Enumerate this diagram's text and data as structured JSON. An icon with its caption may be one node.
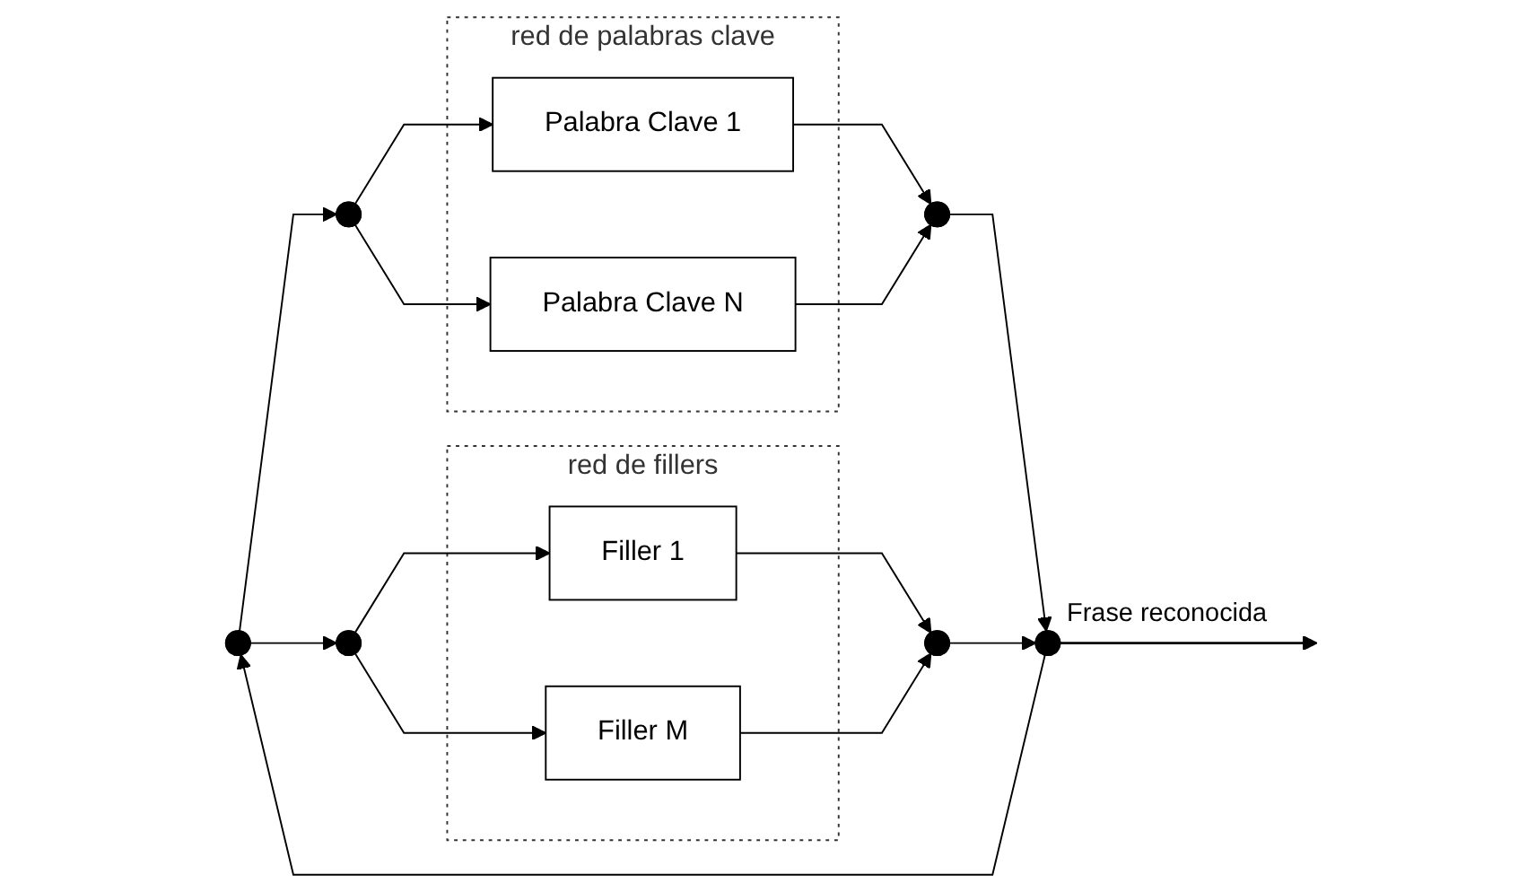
{
  "diagram": {
    "nodes": [
      {
        "text": [],
        "shape": "circle"
      },
      {
        "text": [
          "red de palabras clave"
        ]
      },
      {
        "text": [],
        "shape": "circle"
      },
      {
        "text": [
          "Palabra Clave 1"
        ],
        "in": 1
      },
      {
        "text": [
          "Palabra Clave N"
        ],
        "in": 1
      },
      {
        "text": [],
        "shape": "circle"
      },
      {
        "text": [],
        "shape": "circle",
        "beside": [
          "Frase reconocida"
        ]
      },
      {
        "text": [
          "red de fillers"
        ]
      },
      {
        "text": [],
        "shape": "circle"
      },
      {
        "text": [
          "Filler 1"
        ],
        "in": 7
      },
      {
        "text": [
          "Filler M"
        ],
        "in": 7
      },
      {
        "text": [],
        "shape": "circle"
      }
    ],
    "edges": [
      {
        "from": 0,
        "to": 2,
        "arrow": "to"
      },
      {
        "from": 0,
        "to": 8,
        "arrow": "to"
      },
      {
        "from": 2,
        "to": 3,
        "arrow": "to"
      },
      {
        "from": 2,
        "to": 4,
        "arrow": "to"
      },
      {
        "from": 3,
        "to": 5,
        "arrow": "to"
      },
      {
        "from": 4,
        "to": 5,
        "arrow": "to"
      },
      {
        "from": 8,
        "to": 9,
        "arrow": "to"
      },
      {
        "from": 8,
        "to": 10,
        "arrow": "to"
      },
      {
        "from": 9,
        "to": 11,
        "arrow": "to"
      },
      {
        "from": 10,
        "to": 11,
        "arrow": "to"
      },
      {
        "from": 5,
        "to": 6,
        "arrow": "to"
      },
      {
        "from": 11,
        "to": 6,
        "arrow": "to"
      },
      {
        "from": 6,
        "to": null,
        "arrow": "to"
      },
      {
        "from": 6,
        "to": 0,
        "arrow": "to"
      }
    ]
  }
}
